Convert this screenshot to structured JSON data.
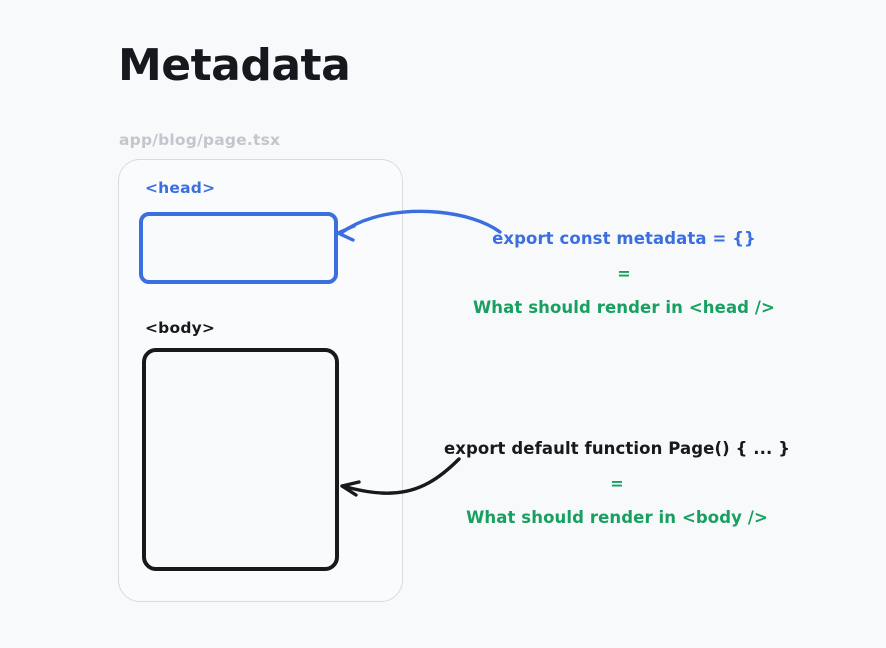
{
  "title": "Metadata",
  "file_path": "app/blog/page.tsx",
  "page_card": {
    "head_section": {
      "label": "<head>",
      "box_color": "#3b6fe0"
    },
    "body_section": {
      "label": "<body>",
      "box_color": "#17191d"
    }
  },
  "annotations": {
    "head": {
      "code": "export const metadata = {}",
      "equals": "=",
      "meaning": "What should render in <head />",
      "code_color": "#3b6fe0",
      "meaning_color": "#17a05f"
    },
    "body": {
      "code": "export default function Page() { ... }",
      "equals": "=",
      "meaning": "What should render in <body />",
      "code_color": "#17191d",
      "meaning_color": "#17a05f"
    }
  },
  "colors": {
    "background": "#f8f9fb",
    "blue": "#3b6fe0",
    "green": "#17a05f",
    "black": "#17191d",
    "muted_gray": "#c2c6cd",
    "card_border": "#d9dbde"
  }
}
